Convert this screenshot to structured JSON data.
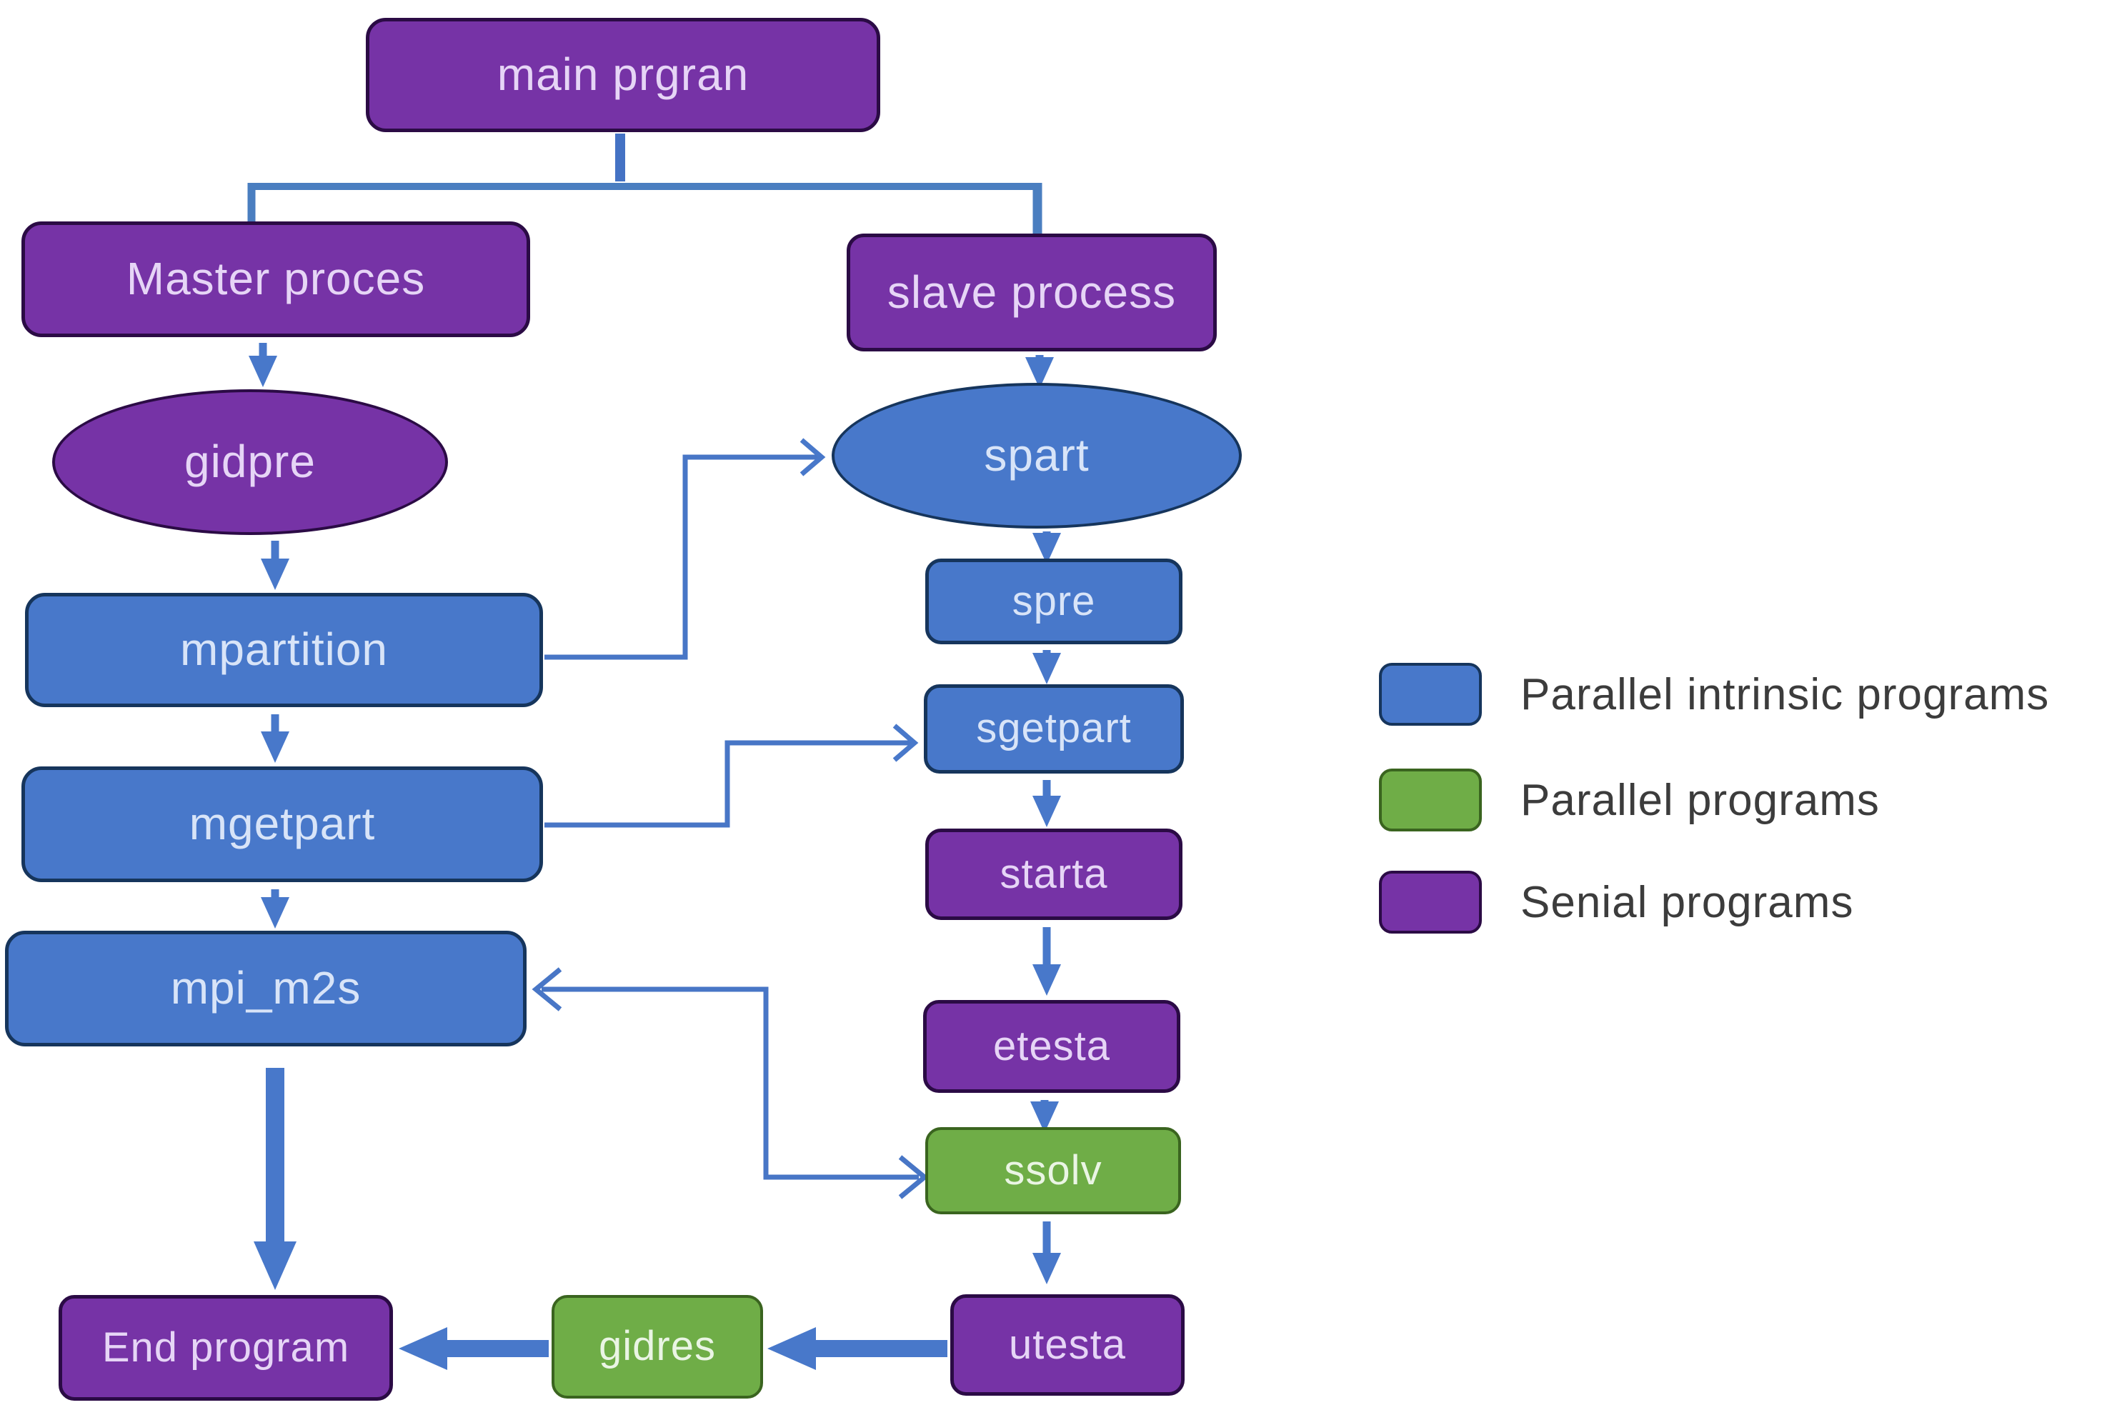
{
  "diagram": {
    "title_node": "main prgran",
    "colors": {
      "parallel_intrinsic_blue": "#4878CA",
      "parallel_green": "#6FAD47",
      "serial_purple": "#7633A6",
      "connector_blue": "#4472C4",
      "background": "#ffffff"
    },
    "nodes": {
      "main_program": {
        "label": "main prgran",
        "shape": "rect",
        "type": "serial"
      },
      "master_process": {
        "label": "Master proces",
        "shape": "rect",
        "type": "serial"
      },
      "slave_process": {
        "label": "slave process",
        "shape": "rect",
        "type": "serial"
      },
      "gidpre": {
        "label": "gidpre",
        "shape": "ellipse",
        "type": "serial"
      },
      "mpartition": {
        "label": "mpartition",
        "shape": "rect",
        "type": "parallel_intrinsic"
      },
      "mgetpart": {
        "label": "mgetpart",
        "shape": "rect",
        "type": "parallel_intrinsic"
      },
      "mpi_m2s": {
        "label": "mpi_m2s",
        "shape": "rect",
        "type": "parallel_intrinsic"
      },
      "end_program": {
        "label": "End program",
        "shape": "rect",
        "type": "serial"
      },
      "spart": {
        "label": "spart",
        "shape": "ellipse",
        "type": "parallel_intrinsic"
      },
      "spre": {
        "label": "spre",
        "shape": "rect",
        "type": "parallel_intrinsic"
      },
      "sgetpart": {
        "label": "sgetpart",
        "shape": "rect",
        "type": "parallel_intrinsic"
      },
      "starta": {
        "label": "starta",
        "shape": "rect",
        "type": "serial"
      },
      "etesta": {
        "label": "etesta",
        "shape": "rect",
        "type": "serial"
      },
      "ssolv": {
        "label": "ssolv",
        "shape": "rect",
        "type": "parallel"
      },
      "utesta": {
        "label": "utesta",
        "shape": "rect",
        "type": "serial"
      },
      "gidres": {
        "label": "gidres",
        "shape": "rect",
        "type": "parallel"
      }
    },
    "edges": [
      "main_program -> master_process",
      "main_program -> slave_process",
      "master_process -> gidpre",
      "gidpre -> mpartition",
      "mpartition -> mgetpart",
      "mpartition -> spart",
      "mgetpart -> mpi_m2s",
      "mgetpart -> sgetpart",
      "mpi_m2s <-> ssolv",
      "mpi_m2s -> end_program",
      "slave_process -> spart",
      "spart -> spre",
      "spre -> sgetpart",
      "sgetpart -> starta",
      "starta -> etesta",
      "etesta -> ssolv",
      "ssolv -> utesta",
      "utesta -> gidres",
      "gidres -> end_program"
    ],
    "legend": {
      "items": [
        {
          "label": "Parallel intrinsic programs",
          "color": "#4878CA",
          "type": "parallel_intrinsic"
        },
        {
          "label": "Parallel programs",
          "color": "#6FAD47",
          "type": "parallel"
        },
        {
          "label": "Senial programs",
          "color": "#7633A6",
          "type": "serial"
        }
      ]
    }
  }
}
